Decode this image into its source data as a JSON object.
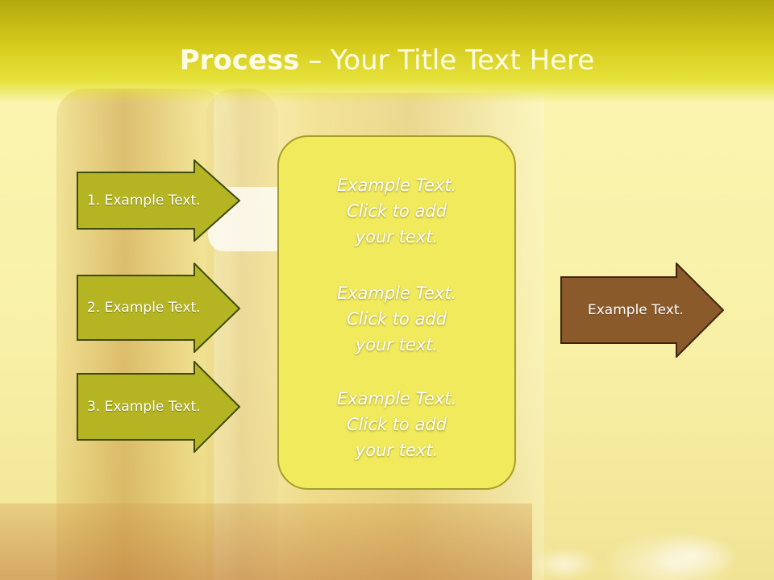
{
  "slide": {
    "title_bold": "Process",
    "title_rest": " – Your Title Text Here"
  },
  "left_arrows": [
    {
      "label": "1. Example Text."
    },
    {
      "label": "2. Example Text."
    },
    {
      "label": "3. Example Text."
    }
  ],
  "center_box": {
    "paragraphs": [
      "Example Text.\nClick  to add\nyour text.",
      "Example Text.\nClick  to add\nyour text.",
      "Example Text.\nClick  to add\nyour text."
    ]
  },
  "right_arrow": {
    "label": "Example Text."
  },
  "colors": {
    "title_band": "#d6cc1e",
    "left_arrow_fill": "#b5b523",
    "center_box_fill": "#f0ea5c",
    "right_arrow_fill": "#8b5a2b"
  }
}
